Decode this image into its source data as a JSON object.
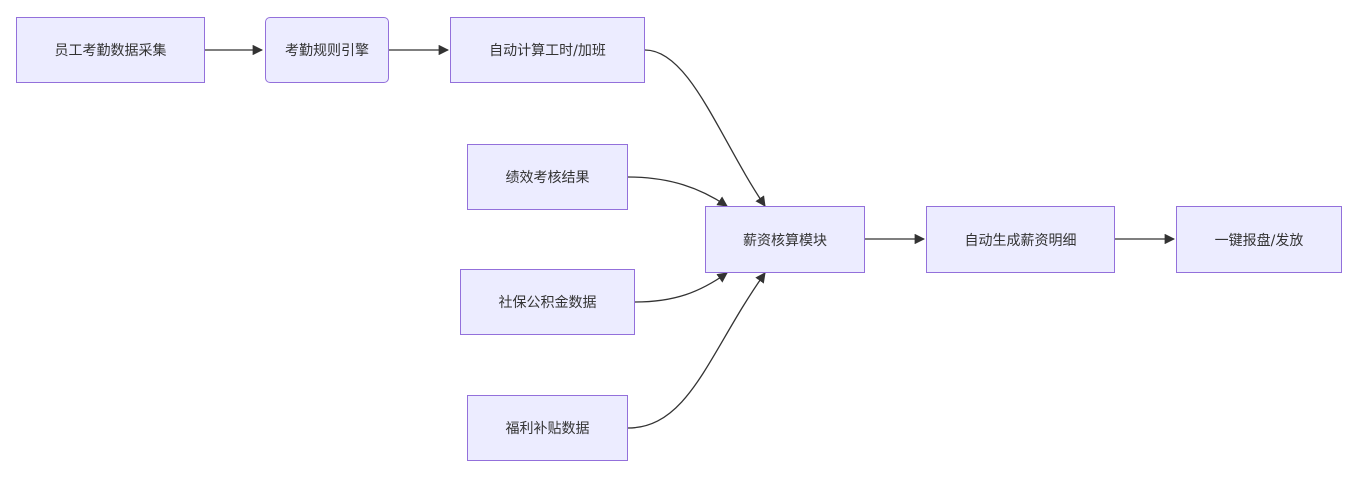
{
  "nodes": {
    "attendance_data": "员工考勤数据采集",
    "rule_engine": "考勤规则引擎",
    "auto_hours": "自动计算工时/加班",
    "performance": "绩效考核结果",
    "social_security": "社保公积金数据",
    "benefits": "福利补贴数据",
    "payroll_module": "薪资核算模块",
    "payslip": "自动生成薪资明细",
    "pay_out": "一键报盘/发放"
  },
  "edges": [
    {
      "from": "attendance_data",
      "to": "rule_engine"
    },
    {
      "from": "rule_engine",
      "to": "auto_hours"
    },
    {
      "from": "auto_hours",
      "to": "payroll_module"
    },
    {
      "from": "performance",
      "to": "payroll_module"
    },
    {
      "from": "social_security",
      "to": "payroll_module"
    },
    {
      "from": "benefits",
      "to": "payroll_module"
    },
    {
      "from": "payroll_module",
      "to": "payslip"
    },
    {
      "from": "payslip",
      "to": "pay_out"
    }
  ],
  "colors": {
    "node_fill": "#ececff",
    "node_border": "#9370db",
    "edge": "#333333",
    "text": "#333333"
  }
}
